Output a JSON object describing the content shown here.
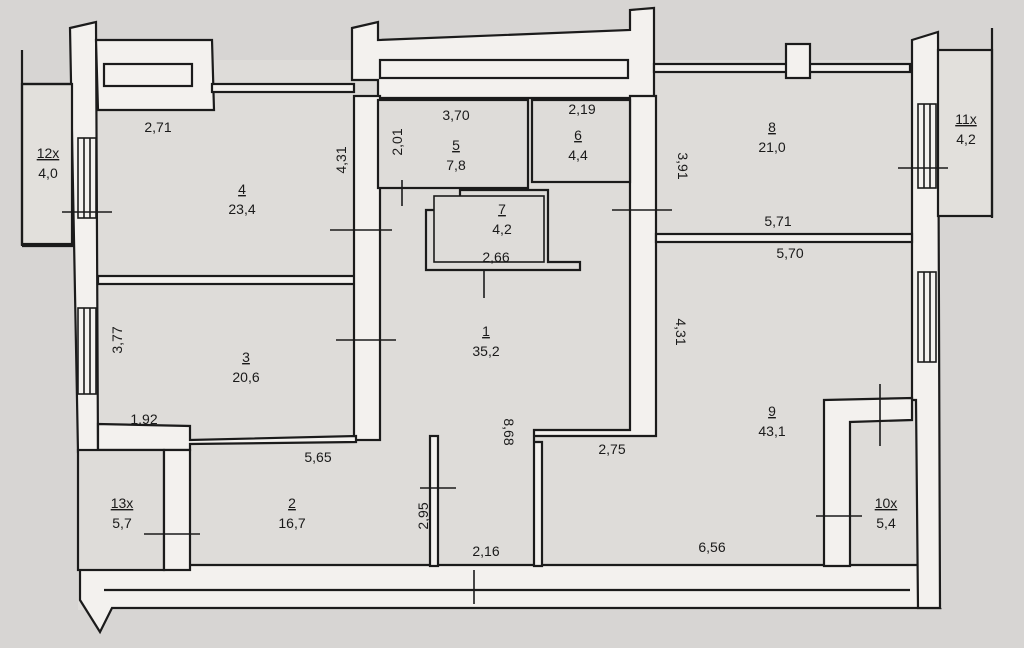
{
  "rooms": [
    {
      "id": "1",
      "area": "35,2"
    },
    {
      "id": "2",
      "area": "16,7"
    },
    {
      "id": "3",
      "area": "20,6"
    },
    {
      "id": "4",
      "area": "23,4"
    },
    {
      "id": "5",
      "area": "7,8"
    },
    {
      "id": "6",
      "area": "4,4"
    },
    {
      "id": "7",
      "area": "4,2"
    },
    {
      "id": "8",
      "area": "21,0"
    },
    {
      "id": "9",
      "area": "43,1"
    },
    {
      "id": "10x",
      "area": "5,4"
    },
    {
      "id": "11x",
      "area": "4,2"
    },
    {
      "id": "12x",
      "area": "4,0"
    },
    {
      "id": "13x",
      "area": "5,7"
    }
  ],
  "dimensions": [
    "2,71",
    "4,31",
    "3,70",
    "2,01",
    "2,19",
    "3,91",
    "5,71",
    "5,70",
    "2,66",
    "3,77",
    "1,92",
    "5,65",
    "8,68",
    "4,31",
    "2,75",
    "2,95",
    "2,16",
    "6,56"
  ]
}
